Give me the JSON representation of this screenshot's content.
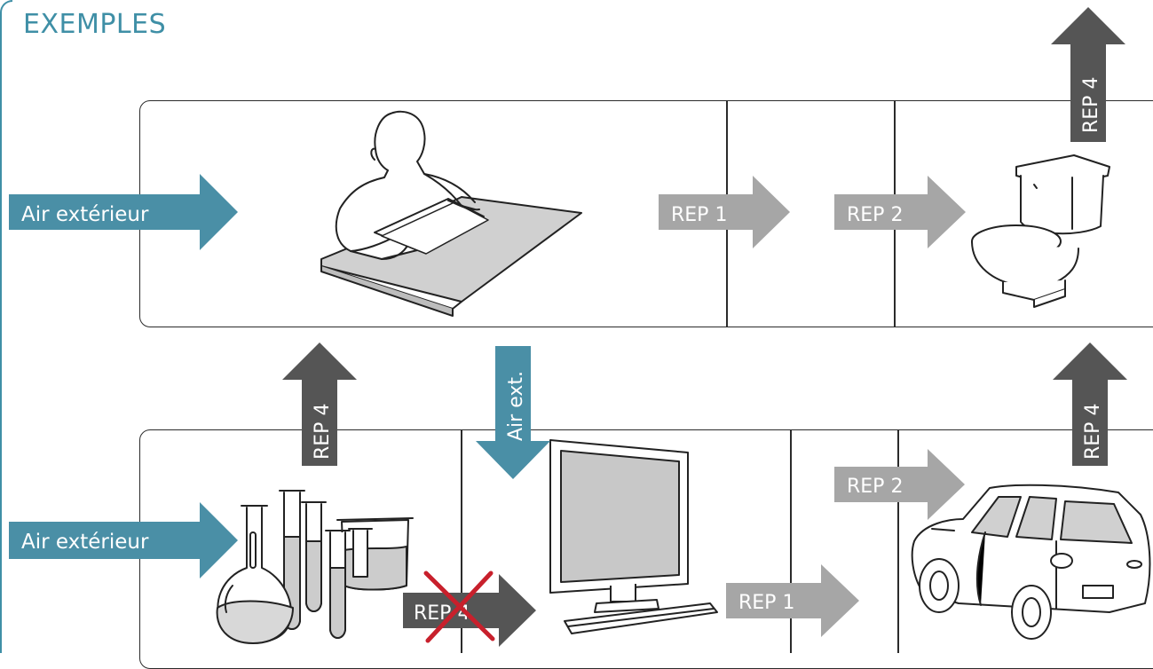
{
  "title": "EXEMPLES",
  "labels": {
    "air_exterieur": "Air extérieur",
    "air_ext": "Air ext.",
    "rep1": "REP 1",
    "rep2": "REP 2",
    "rep4": "REP 4"
  },
  "colors": {
    "teal": "#4a8fa6",
    "grey": "#a6a6a6",
    "dark": "#555555",
    "cross": "#c8202c",
    "frame": "#3f8fa6"
  },
  "icons": [
    "office-worker-icon",
    "toilet-icon",
    "lab-glassware-icon",
    "computer-icon",
    "car-icon"
  ]
}
